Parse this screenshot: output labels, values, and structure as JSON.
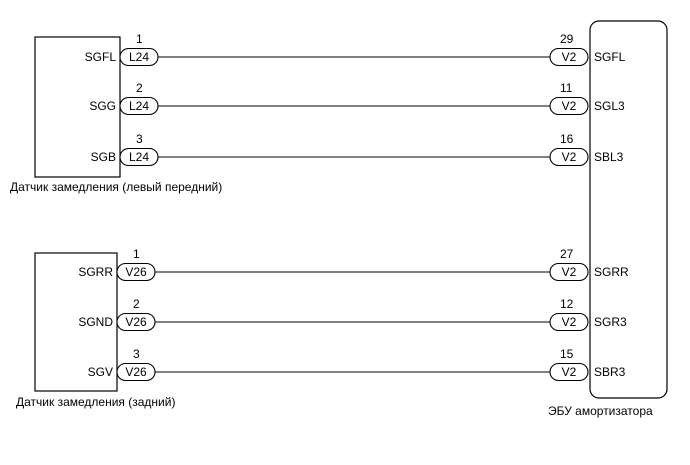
{
  "front_sensor": {
    "caption": "Датчик замедления (левый передний)",
    "pins": [
      {
        "name": "SGFL",
        "pin": "1",
        "connector": "L24"
      },
      {
        "name": "SGG",
        "pin": "2",
        "connector": "L24"
      },
      {
        "name": "SGB",
        "pin": "3",
        "connector": "L24"
      }
    ]
  },
  "rear_sensor": {
    "caption": "Датчик замедления (задний)",
    "pins": [
      {
        "name": "SGRR",
        "pin": "1",
        "connector": "V26"
      },
      {
        "name": "SGND",
        "pin": "2",
        "connector": "V26"
      },
      {
        "name": "SGV",
        "pin": "3",
        "connector": "V26"
      }
    ]
  },
  "ecu": {
    "caption": "ЭБУ амортизатора",
    "pins": [
      {
        "name": "SGFL",
        "pin": "29",
        "connector": "V2"
      },
      {
        "name": "SGL3",
        "pin": "11",
        "connector": "V2"
      },
      {
        "name": "SBL3",
        "pin": "16",
        "connector": "V2"
      },
      {
        "name": "SGRR",
        "pin": "27",
        "connector": "V2"
      },
      {
        "name": "SGR3",
        "pin": "12",
        "connector": "V2"
      },
      {
        "name": "SBR3",
        "pin": "15",
        "connector": "V2"
      }
    ]
  }
}
